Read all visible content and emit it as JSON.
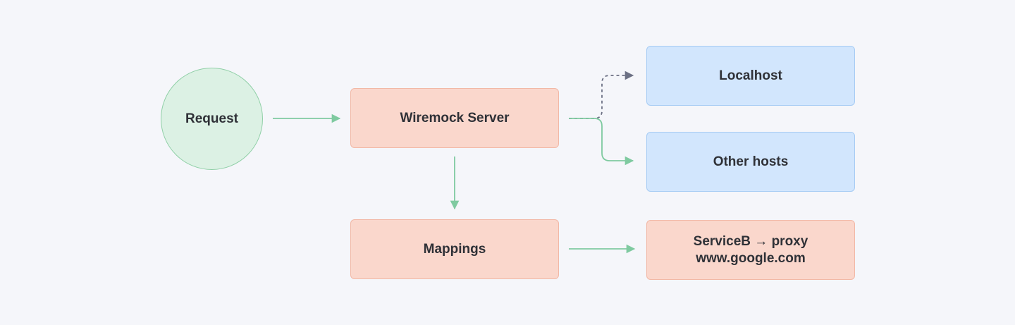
{
  "diagram": {
    "nodes": {
      "request": "Request",
      "wiremock_server": "Wiremock Server",
      "mappings": "Mappings",
      "localhost": "Localhost",
      "other_hosts": "Other hosts",
      "proxy_line1": "ServiceB → proxy",
      "proxy_line2": "www.google.com"
    },
    "edges": [
      {
        "from": "request",
        "to": "wiremock_server",
        "style": "solid"
      },
      {
        "from": "wiremock_server",
        "to": "localhost",
        "style": "dashed"
      },
      {
        "from": "wiremock_server",
        "to": "other_hosts",
        "style": "solid"
      },
      {
        "from": "wiremock_server",
        "to": "mappings",
        "style": "solid"
      },
      {
        "from": "mappings",
        "to": "proxy",
        "style": "solid"
      }
    ],
    "colors": {
      "background": "#f5f6fa",
      "green_edge": "#7fcaa0",
      "dashed_edge": "#6c7084",
      "circle_fill": "#dcf1e4",
      "peach_fill": "#fad7cc",
      "blue_fill": "#d2e6fd",
      "text": "#2f3137"
    }
  }
}
